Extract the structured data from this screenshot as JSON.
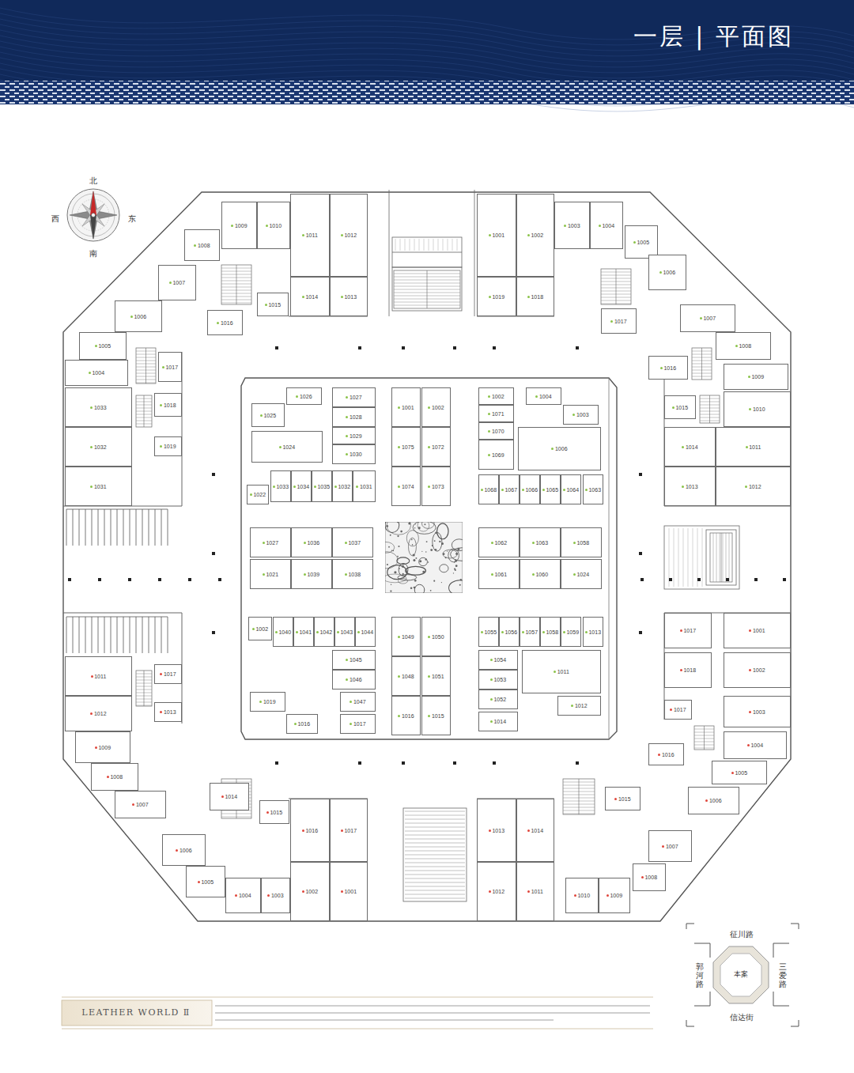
{
  "diagram": {
    "title": "一层 | 平面图",
    "nodes": [
      {
        "text": [
          "1009"
        ]
      },
      {
        "text": [
          "1010"
        ]
      },
      {
        "text": [
          "1011"
        ]
      },
      {
        "text": [
          "1012"
        ]
      },
      {
        "text": [
          "1008"
        ]
      },
      {
        "text": [
          "1007"
        ]
      },
      {
        "text": [
          "1014"
        ]
      },
      {
        "text": [
          "1013"
        ]
      },
      {
        "text": [
          "1015"
        ]
      },
      {
        "text": [
          "1016"
        ]
      },
      {
        "text": [
          "1001"
        ]
      },
      {
        "text": [
          "1002"
        ]
      },
      {
        "text": [
          "1003"
        ]
      },
      {
        "text": [
          "1004"
        ]
      },
      {
        "text": [
          "1005"
        ]
      },
      {
        "text": [
          "1006"
        ]
      },
      {
        "text": [
          "1019"
        ]
      },
      {
        "text": [
          "1018"
        ]
      },
      {
        "text": [
          "1017"
        ]
      },
      {
        "text": [
          "1006"
        ]
      },
      {
        "text": [
          "1005"
        ]
      },
      {
        "text": [
          "1004"
        ]
      },
      {
        "text": [
          "1017"
        ]
      },
      {
        "text": [
          "1033"
        ]
      },
      {
        "text": [
          "1018"
        ]
      },
      {
        "text": [
          "1032"
        ]
      },
      {
        "text": [
          "1019"
        ]
      },
      {
        "text": [
          "1031"
        ]
      },
      {
        "text": [
          "1007"
        ]
      },
      {
        "text": [
          "1008"
        ]
      },
      {
        "text": [
          "1016"
        ]
      },
      {
        "text": [
          "1009"
        ]
      },
      {
        "text": [
          "1015"
        ]
      },
      {
        "text": [
          "1010"
        ]
      },
      {
        "text": [
          "1014"
        ]
      },
      {
        "text": [
          "1011"
        ]
      },
      {
        "text": [
          "1013"
        ]
      },
      {
        "text": [
          "1012"
        ]
      },
      {
        "text": [
          "1026"
        ]
      },
      {
        "text": [
          "1027"
        ]
      },
      {
        "text": [
          "1025"
        ]
      },
      {
        "text": [
          "1028"
        ]
      },
      {
        "text": [
          "1024"
        ]
      },
      {
        "text": [
          "1029"
        ]
      },
      {
        "text": [
          "1030"
        ]
      },
      {
        "text": [
          "1022"
        ]
      },
      {
        "text": [
          "1033"
        ]
      },
      {
        "text": [
          "1034"
        ]
      },
      {
        "text": [
          "1035"
        ]
      },
      {
        "text": [
          "1032"
        ]
      },
      {
        "text": [
          "1031"
        ]
      },
      {
        "text": [
          "1001"
        ]
      },
      {
        "text": [
          "1002"
        ]
      },
      {
        "text": [
          "1075"
        ]
      },
      {
        "text": [
          "1072"
        ]
      },
      {
        "text": [
          "1074"
        ]
      },
      {
        "text": [
          "1073"
        ]
      },
      {
        "text": [
          "1002"
        ]
      },
      {
        "text": [
          "1004"
        ]
      },
      {
        "text": [
          "1071"
        ]
      },
      {
        "text": [
          "1003"
        ]
      },
      {
        "text": [
          "1070"
        ]
      },
      {
        "text": [
          "1006"
        ]
      },
      {
        "text": [
          "1069"
        ]
      },
      {
        "text": [
          "1068"
        ]
      },
      {
        "text": [
          "1067"
        ]
      },
      {
        "text": [
          "1066"
        ]
      },
      {
        "text": [
          "1065"
        ]
      },
      {
        "text": [
          "1064"
        ]
      },
      {
        "text": [
          "1063"
        ]
      },
      {
        "text": [
          "1027"
        ]
      },
      {
        "text": [
          "1036"
        ]
      },
      {
        "text": [
          "1037"
        ]
      },
      {
        "text": [
          "1021"
        ]
      },
      {
        "text": [
          "1039"
        ]
      },
      {
        "text": [
          "1038"
        ]
      },
      {
        "text": [
          "1062"
        ]
      },
      {
        "text": [
          "1063"
        ]
      },
      {
        "text": [
          "1058"
        ]
      },
      {
        "text": [
          "1061"
        ]
      },
      {
        "text": [
          "1060"
        ]
      },
      {
        "text": [
          "1024"
        ]
      },
      {
        "text": [
          "1002"
        ]
      },
      {
        "text": [
          "1040"
        ]
      },
      {
        "text": [
          "1041"
        ]
      },
      {
        "text": [
          "1042"
        ]
      },
      {
        "text": [
          "1043"
        ]
      },
      {
        "text": [
          "1044"
        ]
      },
      {
        "text": [
          "1045"
        ]
      },
      {
        "text": [
          "1046"
        ]
      },
      {
        "text": [
          "1019"
        ]
      },
      {
        "text": [
          "1047"
        ]
      },
      {
        "text": [
          "1016"
        ]
      },
      {
        "text": [
          "1017"
        ]
      },
      {
        "text": [
          "1049"
        ]
      },
      {
        "text": [
          "1050"
        ]
      },
      {
        "text": [
          "1048"
        ]
      },
      {
        "text": [
          "1051"
        ]
      },
      {
        "text": [
          "1016"
        ]
      },
      {
        "text": [
          "1015"
        ]
      },
      {
        "text": [
          "1055"
        ]
      },
      {
        "text": [
          "1056"
        ]
      },
      {
        "text": [
          "1057"
        ]
      },
      {
        "text": [
          "1058"
        ]
      },
      {
        "text": [
          "1059"
        ]
      },
      {
        "text": [
          "1013"
        ]
      },
      {
        "text": [
          "1054"
        ]
      },
      {
        "text": [
          "1011"
        ]
      },
      {
        "text": [
          "1053"
        ]
      },
      {
        "text": [
          "1052"
        ]
      },
      {
        "text": [
          "1014"
        ]
      },
      {
        "text": [
          "1012"
        ]
      },
      {
        "text": [
          "1011"
        ]
      },
      {
        "text": [
          "1017"
        ]
      },
      {
        "text": [
          "1012"
        ]
      },
      {
        "text": [
          "1013"
        ]
      },
      {
        "text": [
          "1009"
        ]
      },
      {
        "text": [
          "1008"
        ]
      },
      {
        "text": [
          "1007"
        ]
      },
      {
        "text": [
          "1017"
        ]
      },
      {
        "text": [
          "1001"
        ]
      },
      {
        "text": [
          "1018"
        ]
      },
      {
        "text": [
          "1002"
        ]
      },
      {
        "text": [
          "1017"
        ]
      },
      {
        "text": [
          "1003"
        ]
      },
      {
        "text": [
          "1016"
        ]
      },
      {
        "text": [
          "1004"
        ]
      },
      {
        "text": [
          "1005"
        ]
      },
      {
        "text": [
          "1006"
        ]
      },
      {
        "text": [
          "1014"
        ]
      },
      {
        "text": [
          "1015"
        ]
      },
      {
        "text": [
          "1006"
        ]
      },
      {
        "text": [
          "1016"
        ]
      },
      {
        "text": [
          "1017"
        ]
      },
      {
        "text": [
          "1005"
        ]
      },
      {
        "text": [
          "1004"
        ]
      },
      {
        "text": [
          "1003"
        ]
      },
      {
        "text": [
          "1002"
        ]
      },
      {
        "text": [
          "1001"
        ]
      },
      {
        "text": [
          "1015"
        ]
      },
      {
        "text": [
          "1013"
        ]
      },
      {
        "text": [
          "1014"
        ]
      },
      {
        "text": [
          "1007"
        ]
      },
      {
        "text": [
          "1008"
        ]
      },
      {
        "text": [
          "1012"
        ]
      },
      {
        "text": [
          "1011"
        ]
      },
      {
        "text": [
          "1010"
        ]
      },
      {
        "text": [
          "1009"
        ]
      }
    ],
    "labels": [
      "北",
      "西",
      "东",
      "南",
      "征川路",
      "郭河路",
      "三爱路",
      "信达街",
      "本案",
      "LEATHER WORLD Ⅱ"
    ]
  }
}
